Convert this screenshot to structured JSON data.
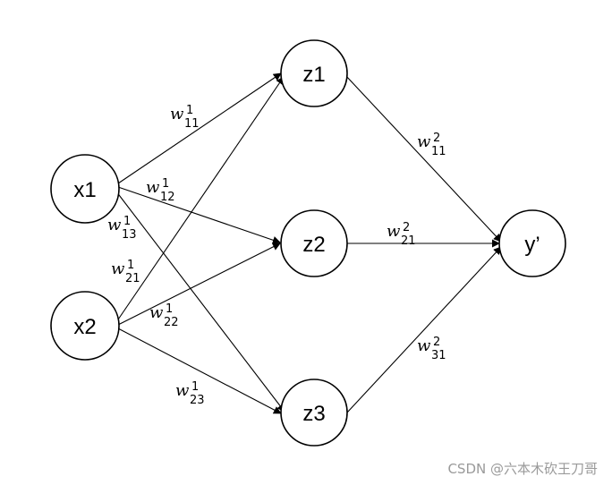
{
  "nodes": {
    "x1": "x1",
    "x2": "x2",
    "z1": "z1",
    "z2": "z2",
    "z3": "z3",
    "y": "y’"
  },
  "weights": {
    "w11_1": {
      "sym": "w",
      "sup": "1",
      "sub": "11"
    },
    "w12_1": {
      "sym": "w",
      "sup": "1",
      "sub": "12"
    },
    "w13_1": {
      "sym": "w",
      "sup": "1",
      "sub": "13"
    },
    "w21_1": {
      "sym": "w",
      "sup": "1",
      "sub": "21"
    },
    "w22_1": {
      "sym": "w",
      "sup": "1",
      "sub": "22"
    },
    "w23_1": {
      "sym": "w",
      "sup": "1",
      "sub": "23"
    },
    "w11_2": {
      "sym": "w",
      "sup": "2",
      "sub": "11"
    },
    "w21_2": {
      "sym": "w",
      "sup": "2",
      "sub": "21"
    },
    "w31_2": {
      "sym": "w",
      "sup": "2",
      "sub": "31"
    }
  },
  "watermark": "CSDN @六本木砍王刀哥"
}
